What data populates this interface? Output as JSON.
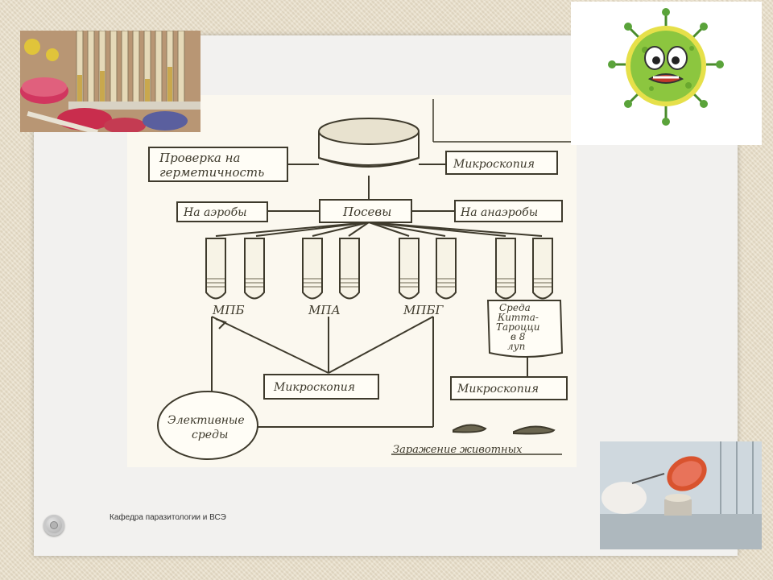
{
  "slide": {
    "footer_text": "Кафедра паразитологии и ВСЭ"
  },
  "diagram": {
    "check_box": "Проверка на герметичность",
    "check_box_line1": "Проверка на",
    "check_box_line2": "герметичность",
    "microscopy_top": "Микроскопия",
    "posevy": "Посевы",
    "aerobes": "На аэробы",
    "anaerobes": "На анаэробы",
    "tube_labels": [
      "МПБ",
      "МПА",
      "МПБГ"
    ],
    "kitt_line1": "Среда",
    "kitt_line2": "Китта-",
    "kitt_line3": "Тароцци",
    "kitt_line4": "в 8",
    "kitt_line5": "луп",
    "microscopy_mid": "Микроскопия",
    "microscopy_right": "Микроскопия",
    "elective_line1": "Элективные",
    "elective_line2": "среды",
    "infection": "Заражение животных"
  },
  "colors": {
    "background": "#e9dfc9",
    "slide": "#f2f1ef",
    "ink": "#3e3a2c",
    "virus_green": "#8cc63f"
  },
  "icons": [
    "navigation-button-icon",
    "virus-icon"
  ]
}
